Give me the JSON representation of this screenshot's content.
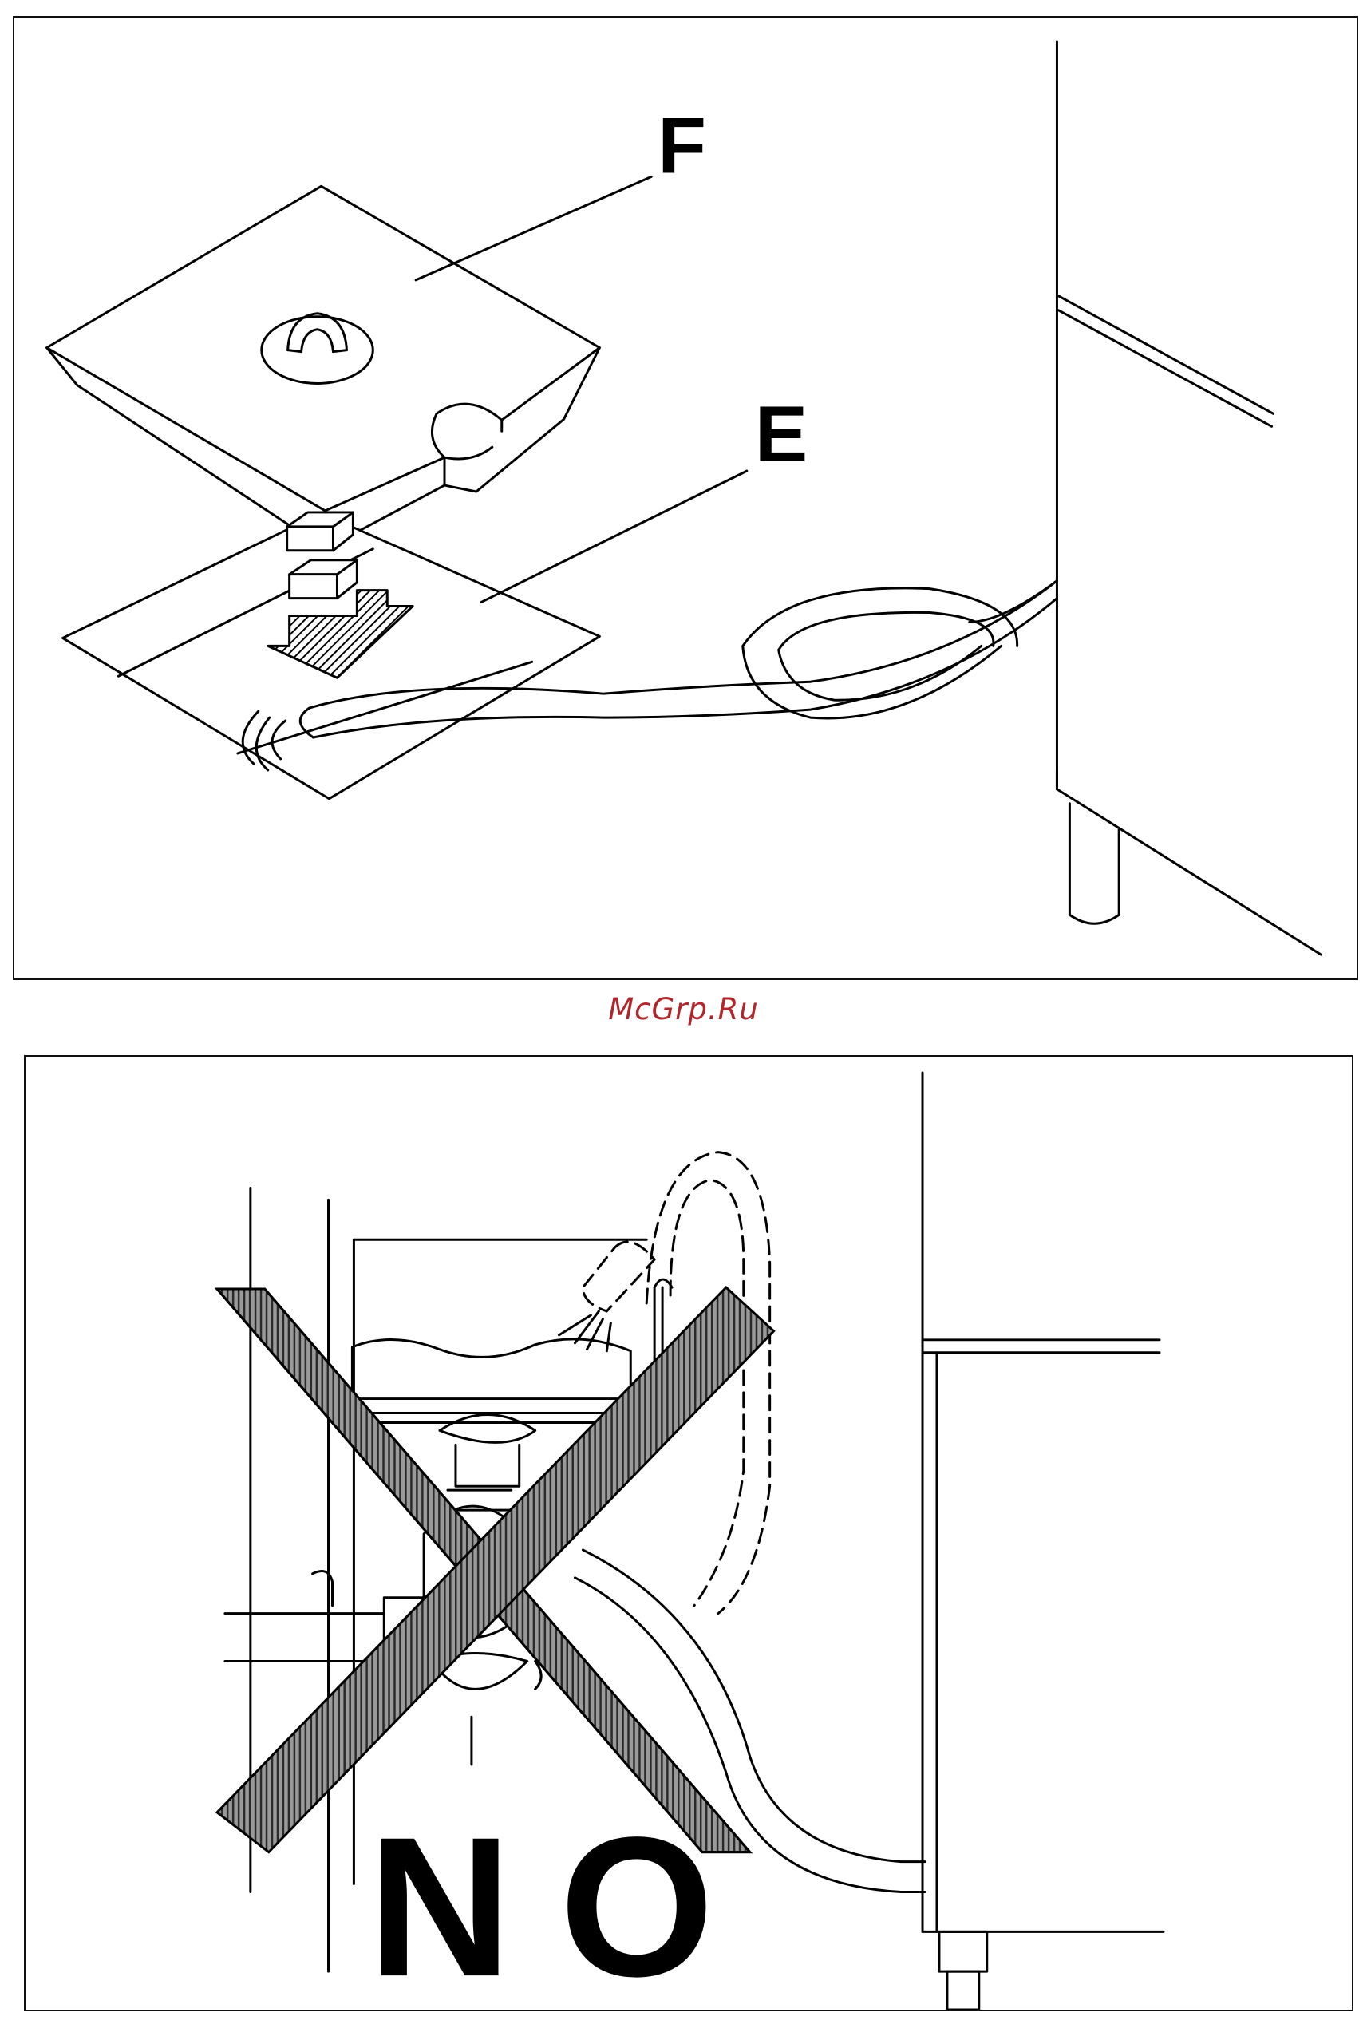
{
  "figure_top": {
    "labels": {
      "lid": "F",
      "drain_base": "E"
    }
  },
  "watermark": {
    "text": "McGrp.Ru",
    "color": "#b0262c"
  },
  "figure_bottom": {
    "warning_text": "NO",
    "cross_color": "#555555"
  }
}
